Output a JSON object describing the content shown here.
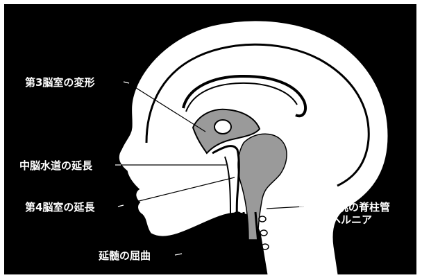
{
  "labels": {
    "third_ventricle": "第3脳室の変形",
    "aqueduct": "中脳水道の延長",
    "fourth_ventricle": "第4脳室の延長",
    "medulla": "延髄の屈曲",
    "tonsil_line1": "小脳扁桃の脊柱管",
    "tonsil_line2": "へのヘルニア"
  }
}
